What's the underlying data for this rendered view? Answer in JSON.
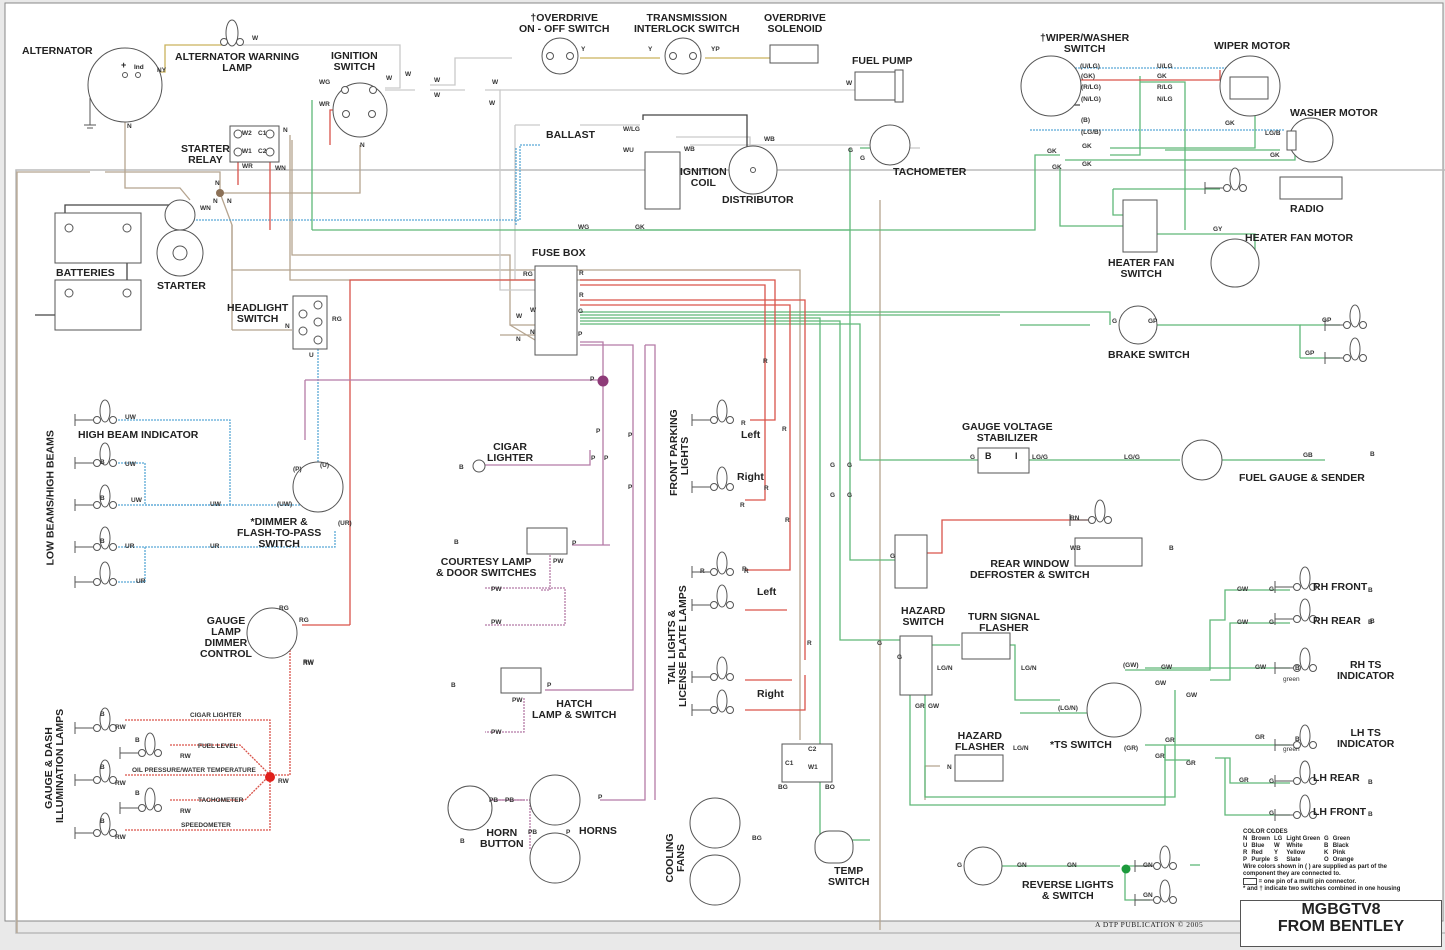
{
  "title": {
    "line1": "MGBGTV8",
    "line2": "FROM BENTLEY"
  },
  "publisher": "A DTP PUBLICATION  © 2005",
  "components": {
    "alternator": "ALTERNATOR",
    "alternator_plus": "+",
    "alternator_ind": "Ind",
    "alt_warning_lamp_1": "ALTERNATOR WARNING",
    "alt_warning_lamp_2": "LAMP",
    "ignition_switch_1": "IGNITION",
    "ignition_switch_2": "SWITCH",
    "starter_relay_1": "STARTER",
    "starter_relay_2": "RELAY",
    "batteries": "BATTERIES",
    "starter": "STARTER",
    "headlight_switch_1": "HEADLIGHT",
    "headlight_switch_2": "SWITCH",
    "overdrive_switch_1": "†OVERDRIVE",
    "overdrive_switch_2": "ON - OFF SWITCH",
    "transmission_interlock_1": "TRANSMISSION",
    "transmission_interlock_2": "INTERLOCK SWITCH",
    "overdrive_solenoid_1": "OVERDRIVE",
    "overdrive_solenoid_2": "SOLENOID",
    "fuel_pump": "FUEL PUMP",
    "ballast": "BALLAST",
    "ignition_coil_1": "IGNITION",
    "ignition_coil_2": "COIL",
    "distributor": "DISTRIBUTOR",
    "tachometer": "TACHOMETER",
    "fuse_box": "FUSE BOX",
    "wiper_washer_switch_1": "†WIPER/WASHER",
    "wiper_washer_switch_2": "SWITCH",
    "wiper_motor": "WIPER MOTOR",
    "washer_motor": "WASHER MOTOR",
    "radio": "RADIO",
    "heater_fan_motor": "HEATER FAN MOTOR",
    "heater_fan_switch_1": "HEATER FAN",
    "heater_fan_switch_2": "SWITCH",
    "brake_switch": "BRAKE SWITCH",
    "gauge_voltage_stabilizer_1": "GAUGE VOLTAGE",
    "gauge_voltage_stabilizer_2": "STABILIZER",
    "stabilizer_b": "B",
    "stabilizer_i": "I",
    "fuel_gauge_sender": "FUEL GAUGE & SENDER",
    "rear_window_defroster_1": "REAR WINDOW",
    "rear_window_defroster_2": "DEFROSTER & SWITCH",
    "high_beam_indicator": "HIGH BEAM INDICATOR",
    "low_high_beams": "LOW BEAMS/HIGH BEAMS",
    "dimmer_switch_1": "*DIMMER &",
    "dimmer_switch_2": "FLASH-TO-PASS",
    "dimmer_switch_3": "SWITCH",
    "cigar_lighter_1": "CIGAR",
    "cigar_lighter_2": "LIGHTER",
    "courtesy_lamp_1": "COURTESY LAMP",
    "courtesy_lamp_2": "& DOOR SWITCHES",
    "front_parking_lights_1": "FRONT PARKING",
    "front_parking_lights_2": "LIGHTS",
    "fpl_left": "Left",
    "fpl_right": "Right",
    "tail_lights_1": "TAIL LIGHTS &",
    "tail_lights_2": "LICENSE PLATE LAMPS",
    "tl_left": "Left",
    "tl_right": "Right",
    "gauge_lamp_dimmer_1": "GAUGE",
    "gauge_lamp_dimmer_2": "LAMP",
    "gauge_lamp_dimmer_3": "DIMMER",
    "gauge_lamp_dimmer_4": "CONTROL",
    "hatch_lamp_1": "HATCH",
    "hatch_lamp_2": "LAMP & SWITCH",
    "gauge_dash_lamps_1": "GAUGE  & DASH",
    "gauge_dash_lamps_2": "ILLUMINATION LAMPS",
    "dash_cigar_lighter": "CIGAR LIGHTER",
    "dash_fuel_level": "FUEL LEVEL",
    "dash_oil_water": "OIL PRESSURE/WATER TEMPERATURE",
    "dash_tachometer": "TACHOMETER",
    "dash_speedometer": "SPEEDOMETER",
    "horn_button_1": "HORN",
    "horn_button_2": "BUTTON",
    "horns": "HORNS",
    "cooling_fans_1": "COOLING",
    "cooling_fans_2": "FANS",
    "temp_switch_1": "TEMP",
    "temp_switch_2": "SWITCH",
    "hazard_switch_1": "HAZARD",
    "hazard_switch_2": "SWITCH",
    "turn_signal_flasher_1": "TURN SIGNAL",
    "turn_signal_flasher_2": "FLASHER",
    "hazard_flasher_1": "HAZARD",
    "hazard_flasher_2": "FLASHER",
    "ts_switch": "*TS SWITCH",
    "rh_front": "RH FRONT",
    "rh_rear": "RH REAR",
    "rh_ts_indicator_1": "RH TS",
    "rh_ts_indicator_2": "INDICATOR",
    "lh_ts_indicator_1": "LH TS",
    "lh_ts_indicator_2": "INDICATOR",
    "lh_rear": "LH REAR",
    "lh_front": "LH FRONT",
    "green": "green",
    "reverse_lights_1": "REVERSE LIGHTS",
    "reverse_lights_2": "& SWITCH"
  },
  "wire_labels": [
    {
      "id": "w1",
      "t": "W"
    },
    {
      "id": "w2",
      "t": "NY"
    },
    {
      "id": "w3",
      "t": "N"
    },
    {
      "id": "w4",
      "t": "WG"
    },
    {
      "id": "w5",
      "t": "WR"
    },
    {
      "id": "w6",
      "t": "W"
    },
    {
      "id": "w7",
      "t": "W"
    },
    {
      "id": "w8",
      "t": "W"
    },
    {
      "id": "w9",
      "t": "W"
    },
    {
      "id": "w10",
      "t": "N"
    },
    {
      "id": "w11",
      "t": "N"
    },
    {
      "id": "w12",
      "t": "WR"
    },
    {
      "id": "w13",
      "t": "WN"
    },
    {
      "id": "w14",
      "t": "N"
    },
    {
      "id": "w15",
      "t": "WN"
    },
    {
      "id": "w16",
      "t": "N"
    },
    {
      "id": "w17",
      "t": "N"
    },
    {
      "id": "w18",
      "t": "W"
    },
    {
      "id": "w19",
      "t": "Y"
    },
    {
      "id": "w20",
      "t": "Y"
    },
    {
      "id": "w21",
      "t": "YP"
    },
    {
      "id": "w22",
      "t": "W"
    },
    {
      "id": "w23",
      "t": "W"
    },
    {
      "id": "w24",
      "t": "W/LG"
    },
    {
      "id": "w25",
      "t": "WU"
    },
    {
      "id": "w26",
      "t": "WB"
    },
    {
      "id": "w27",
      "t": "WB"
    },
    {
      "id": "w28",
      "t": "G"
    },
    {
      "id": "w29",
      "t": "G"
    },
    {
      "id": "w30",
      "t": "WG"
    },
    {
      "id": "w31",
      "t": "GK"
    },
    {
      "id": "w32",
      "t": "RG"
    },
    {
      "id": "w33",
      "t": "R"
    },
    {
      "id": "w34",
      "t": "R"
    },
    {
      "id": "w35",
      "t": "W"
    },
    {
      "id": "w36",
      "t": "W"
    },
    {
      "id": "w37",
      "t": "G"
    },
    {
      "id": "w38",
      "t": "N"
    },
    {
      "id": "w39",
      "t": "N"
    },
    {
      "id": "w40",
      "t": "P"
    },
    {
      "id": "w41",
      "t": "N"
    },
    {
      "id": "w42",
      "t": "RG"
    },
    {
      "id": "w43",
      "t": "U"
    },
    {
      "id": "w44",
      "t": "P"
    },
    {
      "id": "w45",
      "t": "(U/LG)"
    },
    {
      "id": "w46",
      "t": "(GK)"
    },
    {
      "id": "w47",
      "t": "(R/LG)"
    },
    {
      "id": "w48",
      "t": "(N/LG)"
    },
    {
      "id": "w49",
      "t": "(B)"
    },
    {
      "id": "w50",
      "t": "(LG/B)"
    },
    {
      "id": "w51",
      "t": "U/LG"
    },
    {
      "id": "w52",
      "t": "GK"
    },
    {
      "id": "w53",
      "t": "R/LG"
    },
    {
      "id": "w54",
      "t": "N/LG"
    },
    {
      "id": "w55",
      "t": "GK"
    },
    {
      "id": "w56",
      "t": "LG/B"
    },
    {
      "id": "w57",
      "t": "GK"
    },
    {
      "id": "w58",
      "t": "GK"
    },
    {
      "id": "w59",
      "t": "GK"
    },
    {
      "id": "w60",
      "t": "GK"
    },
    {
      "id": "w61",
      "t": "GK"
    },
    {
      "id": "w62",
      "t": "GY"
    },
    {
      "id": "w63",
      "t": "G"
    },
    {
      "id": "w64",
      "t": "GP"
    },
    {
      "id": "w65",
      "t": "GP"
    },
    {
      "id": "w66",
      "t": "GP"
    },
    {
      "id": "w67",
      "t": "G"
    },
    {
      "id": "w68",
      "t": "LG/G"
    },
    {
      "id": "w69",
      "t": "LG/G"
    },
    {
      "id": "w70",
      "t": "GB"
    },
    {
      "id": "w71",
      "t": "B"
    },
    {
      "id": "w72",
      "t": "RN"
    },
    {
      "id": "w73",
      "t": "G"
    },
    {
      "id": "w74",
      "t": "WB"
    },
    {
      "id": "w75",
      "t": "B"
    },
    {
      "id": "w76",
      "t": "UW"
    },
    {
      "id": "w77",
      "t": "UW"
    },
    {
      "id": "w78",
      "t": "UW"
    },
    {
      "id": "w79",
      "t": "UW"
    },
    {
      "id": "w80",
      "t": "(UW)"
    },
    {
      "id": "w81",
      "t": "(P)"
    },
    {
      "id": "w82",
      "t": "(U)"
    },
    {
      "id": "w83",
      "t": "(UR)"
    },
    {
      "id": "w84",
      "t": "UR"
    },
    {
      "id": "w85",
      "t": "UR"
    },
    {
      "id": "w86",
      "t": "UR"
    },
    {
      "id": "w87",
      "t": "RG"
    },
    {
      "id": "w88",
      "t": "RG"
    },
    {
      "id": "w89",
      "t": "RW"
    },
    {
      "id": "w90",
      "t": "RW"
    },
    {
      "id": "w91",
      "t": "P"
    },
    {
      "id": "w92",
      "t": "P"
    },
    {
      "id": "w93",
      "t": "P"
    },
    {
      "id": "w94",
      "t": "B"
    },
    {
      "id": "w95",
      "t": "P"
    },
    {
      "id": "w96",
      "t": "P"
    },
    {
      "id": "w97",
      "t": "B"
    },
    {
      "id": "w98",
      "t": "P"
    },
    {
      "id": "w99",
      "t": "PW"
    },
    {
      "id": "w100",
      "t": "PW"
    },
    {
      "id": "w101",
      "t": "PW"
    },
    {
      "id": "w102",
      "t": "B"
    },
    {
      "id": "w103",
      "t": "P"
    },
    {
      "id": "w104",
      "t": "PW"
    },
    {
      "id": "w105",
      "t": "PW"
    },
    {
      "id": "w106",
      "t": "R"
    },
    {
      "id": "w107",
      "t": "R"
    },
    {
      "id": "w108",
      "t": "R"
    },
    {
      "id": "w109",
      "t": "R"
    },
    {
      "id": "w110",
      "t": "R"
    },
    {
      "id": "w111",
      "t": "R"
    },
    {
      "id": "w112",
      "t": "R"
    },
    {
      "id": "w113",
      "t": "R"
    },
    {
      "id": "w114",
      "t": "G"
    },
    {
      "id": "w115",
      "t": "G"
    },
    {
      "id": "w116",
      "t": "G"
    },
    {
      "id": "w117",
      "t": "G"
    },
    {
      "id": "w118",
      "t": "G"
    },
    {
      "id": "w119",
      "t": "G"
    },
    {
      "id": "w120",
      "t": "LG/N"
    },
    {
      "id": "w121",
      "t": "LG/N"
    },
    {
      "id": "w122",
      "t": "GR"
    },
    {
      "id": "w123",
      "t": "GW"
    },
    {
      "id": "w124",
      "t": "N"
    },
    {
      "id": "w125",
      "t": "LG/N"
    },
    {
      "id": "w126",
      "t": "(LG/N)"
    },
    {
      "id": "w127",
      "t": "(GW)"
    },
    {
      "id": "w128",
      "t": "GW"
    },
    {
      "id": "w129",
      "t": "GW"
    },
    {
      "id": "w130",
      "t": "GW"
    },
    {
      "id": "w131",
      "t": "GW"
    },
    {
      "id": "w132",
      "t": "GW"
    },
    {
      "id": "w133",
      "t": "GW"
    },
    {
      "id": "w134",
      "t": "(GR)"
    },
    {
      "id": "w135",
      "t": "GR"
    },
    {
      "id": "w136",
      "t": "GR"
    },
    {
      "id": "w137",
      "t": "GR"
    },
    {
      "id": "w138",
      "t": "GR"
    },
    {
      "id": "w139",
      "t": "GR"
    },
    {
      "id": "w140",
      "t": "G"
    },
    {
      "id": "w141",
      "t": "G"
    },
    {
      "id": "w142",
      "t": "G"
    },
    {
      "id": "w143",
      "t": "G"
    },
    {
      "id": "w144",
      "t": "B"
    },
    {
      "id": "w145",
      "t": "B"
    },
    {
      "id": "w146",
      "t": "B"
    },
    {
      "id": "w147",
      "t": "B"
    },
    {
      "id": "w148",
      "t": "B"
    },
    {
      "id": "w149",
      "t": "B"
    },
    {
      "id": "w150",
      "t": "C2"
    },
    {
      "id": "w151",
      "t": "C1"
    },
    {
      "id": "w152",
      "t": "W1"
    },
    {
      "id": "w153",
      "t": "BG"
    },
    {
      "id": "w154",
      "t": "BO"
    },
    {
      "id": "w155",
      "t": "BG"
    },
    {
      "id": "w156",
      "t": "PB"
    },
    {
      "id": "w157",
      "t": "PB"
    },
    {
      "id": "w158",
      "t": "PB"
    },
    {
      "id": "w159",
      "t": "P"
    },
    {
      "id": "w160",
      "t": "P"
    },
    {
      "id": "w161",
      "t": "B"
    },
    {
      "id": "w162",
      "t": "G"
    },
    {
      "id": "w163",
      "t": "GN"
    },
    {
      "id": "w164",
      "t": "GN"
    },
    {
      "id": "w165",
      "t": "GN"
    },
    {
      "id": "w166",
      "t": "GN"
    },
    {
      "id": "w167",
      "t": "RW"
    },
    {
      "id": "w168",
      "t": "RW"
    },
    {
      "id": "w169",
      "t": "RW"
    },
    {
      "id": "w170",
      "t": "RW"
    },
    {
      "id": "w171",
      "t": "RW"
    },
    {
      "id": "w172",
      "t": "RW"
    },
    {
      "id": "w173",
      "t": "B"
    },
    {
      "id": "w174",
      "t": "B"
    },
    {
      "id": "w175",
      "t": "B"
    },
    {
      "id": "w176",
      "t": "B"
    },
    {
      "id": "w177",
      "t": "B"
    },
    {
      "id": "w178",
      "t": "B"
    },
    {
      "id": "w179",
      "t": "B"
    },
    {
      "id": "w180",
      "t": "B"
    },
    {
      "id": "w181",
      "t": "W2"
    },
    {
      "id": "w182",
      "t": "C1"
    },
    {
      "id": "w183",
      "t": "W1"
    },
    {
      "id": "w184",
      "t": "C2"
    },
    {
      "id": "w185",
      "t": "R"
    },
    {
      "id": "w186",
      "t": "R"
    },
    {
      "id": "w187",
      "t": "B"
    }
  ],
  "legend": {
    "heading": "COLOR CODES",
    "rows": [
      [
        "N",
        "Brown",
        "LG",
        "Light Green",
        "G",
        "Green"
      ],
      [
        "U",
        "Blue",
        "W",
        "White",
        "B",
        "Black"
      ],
      [
        "R",
        "Red",
        "Y",
        "Yellow",
        "K",
        "Pink"
      ],
      [
        "P",
        "Purple",
        "S",
        "Slate",
        "O",
        "Orange"
      ]
    ],
    "note1": "Wire colors shown in ( ) are supplied as part of the",
    "note2": "component they are connected to.",
    "note3": "= one pin of a multi pin connector.",
    "note4": "* and † indicate two switches combined in one housing"
  },
  "wire_colors": {
    "brown": "#b5a48f",
    "white": "#c9c9c9",
    "red": "#d9534a",
    "green": "#5fb878",
    "blue": "#5aa9d6",
    "purple": "#b57ba6",
    "yellow": "#c9b25c",
    "black": "#444444",
    "junction_brown": "#8c7157",
    "junction_purple": "#8e3b78",
    "junction_red": "#e0201b",
    "junction_green": "#1c9a3c"
  }
}
